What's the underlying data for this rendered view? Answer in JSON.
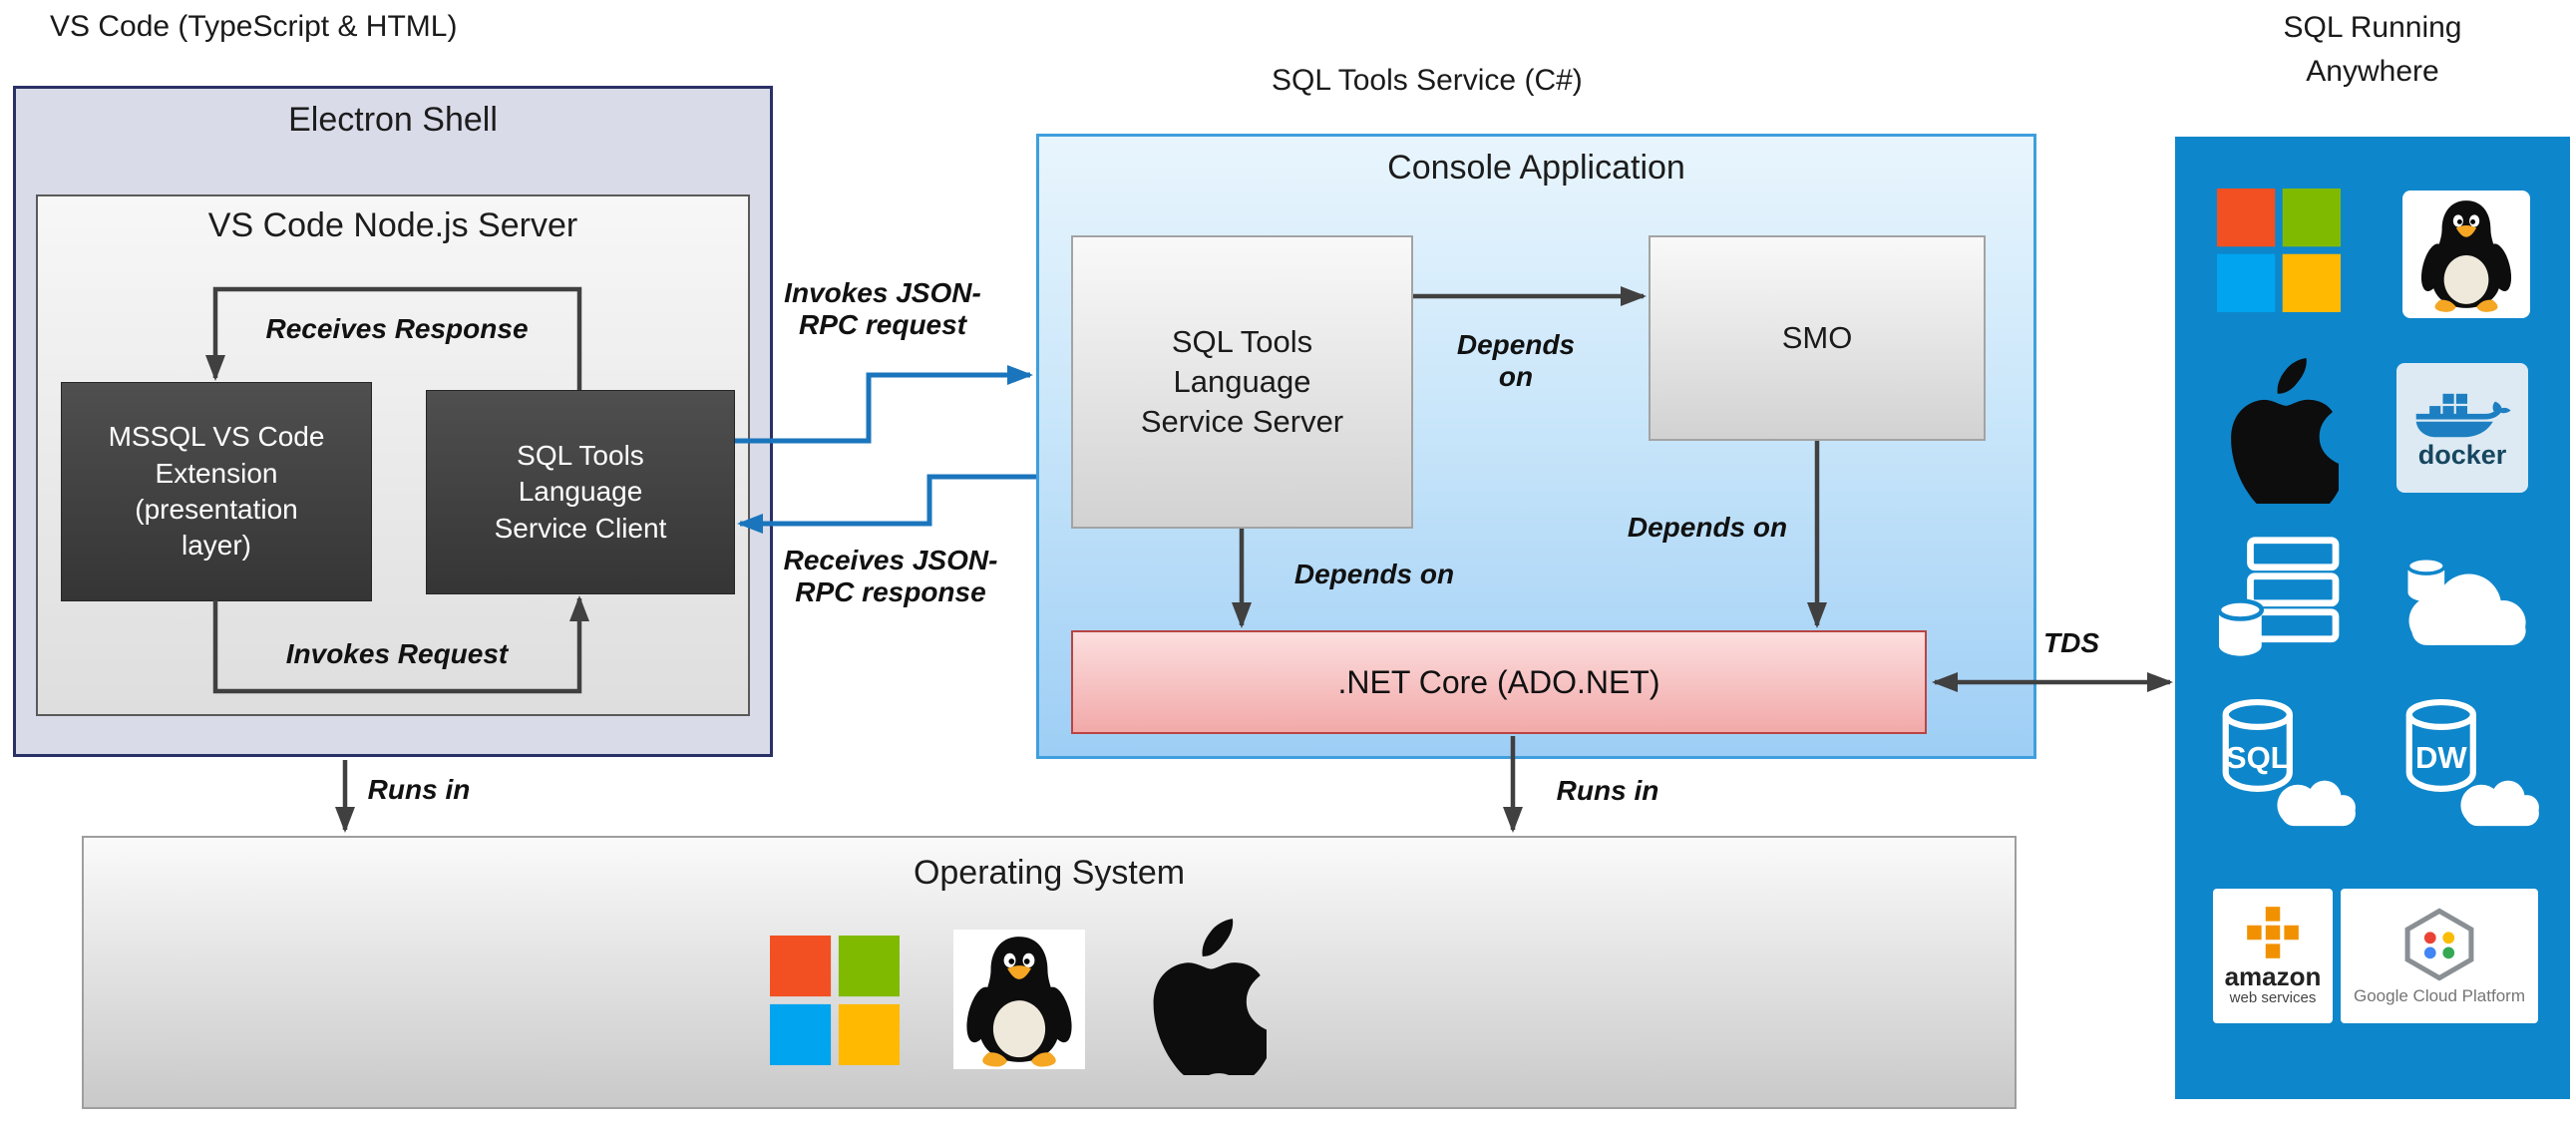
{
  "header": {
    "vscode": "VS Code (TypeScript & HTML)",
    "sql_tools_service": "SQL Tools Service (C#)",
    "sql_anywhere": "SQL Running\nAnywhere"
  },
  "electron": {
    "title": "Electron Shell",
    "node_server_title": "VS Code Node.js Server",
    "mssql_extension": "MSSQL VS Code\nExtension\n(presentation\nlayer)",
    "language_client": "SQL Tools\nLanguage\nService Client"
  },
  "console": {
    "title": "Console Application",
    "language_server": "SQL Tools\nLanguage\nService Server",
    "smo": "SMO",
    "netcore": ".NET Core (ADO.NET)"
  },
  "os": {
    "title": "Operating System"
  },
  "edges": {
    "receives_response": "Receives Response",
    "invokes_request": "Invokes Request",
    "invokes_rpc": "Invokes JSON-\nRPC request",
    "receives_rpc": "Receives JSON-\nRPC response",
    "depends_on_server_smo": "Depends\non",
    "depends_on_server_net": "Depends on",
    "depends_on_smo_net": "Depends on",
    "runs_in_left": "Runs in",
    "runs_in_right": "Runs in",
    "tds": "TDS"
  },
  "panel": {
    "docker_label": "docker",
    "sql_label": "SQL",
    "dw_label": "DW",
    "aws_name": "amazon",
    "aws_sub": "web services",
    "gcp_label": "Google Cloud Platform"
  },
  "icons": {
    "windows": "windows-logo-icon",
    "linux": "linux-tux-icon",
    "apple": "apple-logo-icon",
    "docker": "docker-whale-icon",
    "sql_server_stack": "sql-server-stack-icon",
    "azure_cloud_db": "cloud-database-icon",
    "sql_db_cloud": "sql-database-cloud-icon",
    "dw_db_cloud": "dw-database-cloud-icon",
    "aws": "aws-cubes-icon",
    "gcp": "gcp-hexagon-icon"
  },
  "colors": {
    "panel_blue": "#0e86cb",
    "arrow_dark": "#404040",
    "arrow_blue": "#1b75bc",
    "console_border": "#3f9fdc",
    "netcore_border": "#b94442",
    "electron_fill": "#d9dbe9"
  }
}
